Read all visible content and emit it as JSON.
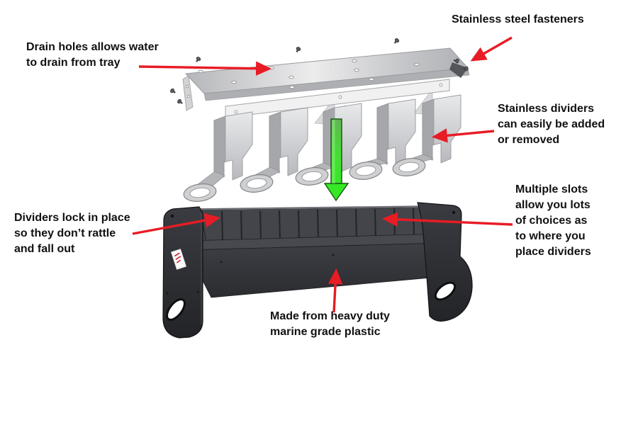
{
  "diagram": {
    "description": "Exploded-view product diagram of a marine tool/tray organizer: stainless lid with drain holes, removable stainless dividers, heavy duty plastic base"
  },
  "labels": {
    "fasteners": {
      "lines": [
        "Stainless steel fasteners"
      ]
    },
    "drain": {
      "lines": [
        "Drain holes allows water",
        "to drain from tray"
      ]
    },
    "dividers_add": {
      "lines": [
        "Stainless dividers",
        "can easily be added",
        "or removed"
      ]
    },
    "slots": {
      "lines": [
        "Multiple slots",
        "allow you lots",
        "of choices as",
        "to where you",
        "place dividers"
      ]
    },
    "lock": {
      "lines": [
        "Dividers lock in place",
        "so they don’t rattle",
        "and fall out"
      ]
    },
    "plastic": {
      "lines": [
        "Made from heavy duty",
        "marine grade plastic"
      ]
    }
  },
  "colors": {
    "background": "#ffffff",
    "text": "#111111",
    "annotation_arrow_red": "#e81c24",
    "assembly_arrow_green": "#3ae62a",
    "stainless_metal": "#d6d7d9",
    "plastic_base_dark": "#2e2f34"
  }
}
